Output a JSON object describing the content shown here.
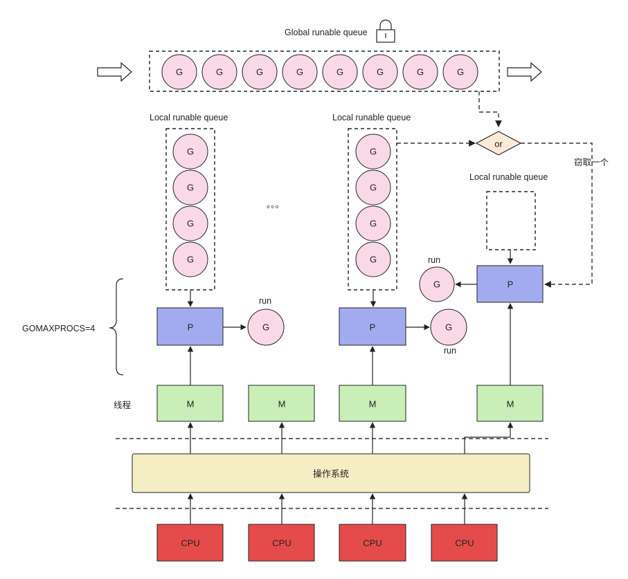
{
  "global_queue": {
    "label": "Global runable queue",
    "items": [
      "G",
      "G",
      "G",
      "G",
      "G",
      "G",
      "G",
      "G"
    ]
  },
  "local_queues": {
    "q1": {
      "label": "Local runable queue",
      "items": [
        "G",
        "G",
        "G",
        "G"
      ]
    },
    "q2": {
      "label": "Local runable queue",
      "items": [
        "G",
        "G",
        "G",
        "G"
      ]
    },
    "q3": {
      "label": "Local runable queue",
      "items": []
    }
  },
  "ellipsis": "。。。",
  "decision": {
    "label": "or",
    "steal_label": "窃取一个"
  },
  "gomaxprocs": "GOMAXPROCS=4",
  "thread_label": "线程",
  "processors": {
    "label": "P"
  },
  "running": {
    "run_label": "run",
    "g_label": "G"
  },
  "machines": {
    "label": "M"
  },
  "os": {
    "label": "操作系统"
  },
  "cpus": {
    "label": "CPU",
    "count": 4
  },
  "colors": {
    "goroutine": "#f9d9e7",
    "processor": "#a3abf0",
    "machine": "#c9eeb7",
    "cpu": "#e64b4b",
    "os": "#f5edc3",
    "decision": "#fdebd8"
  }
}
